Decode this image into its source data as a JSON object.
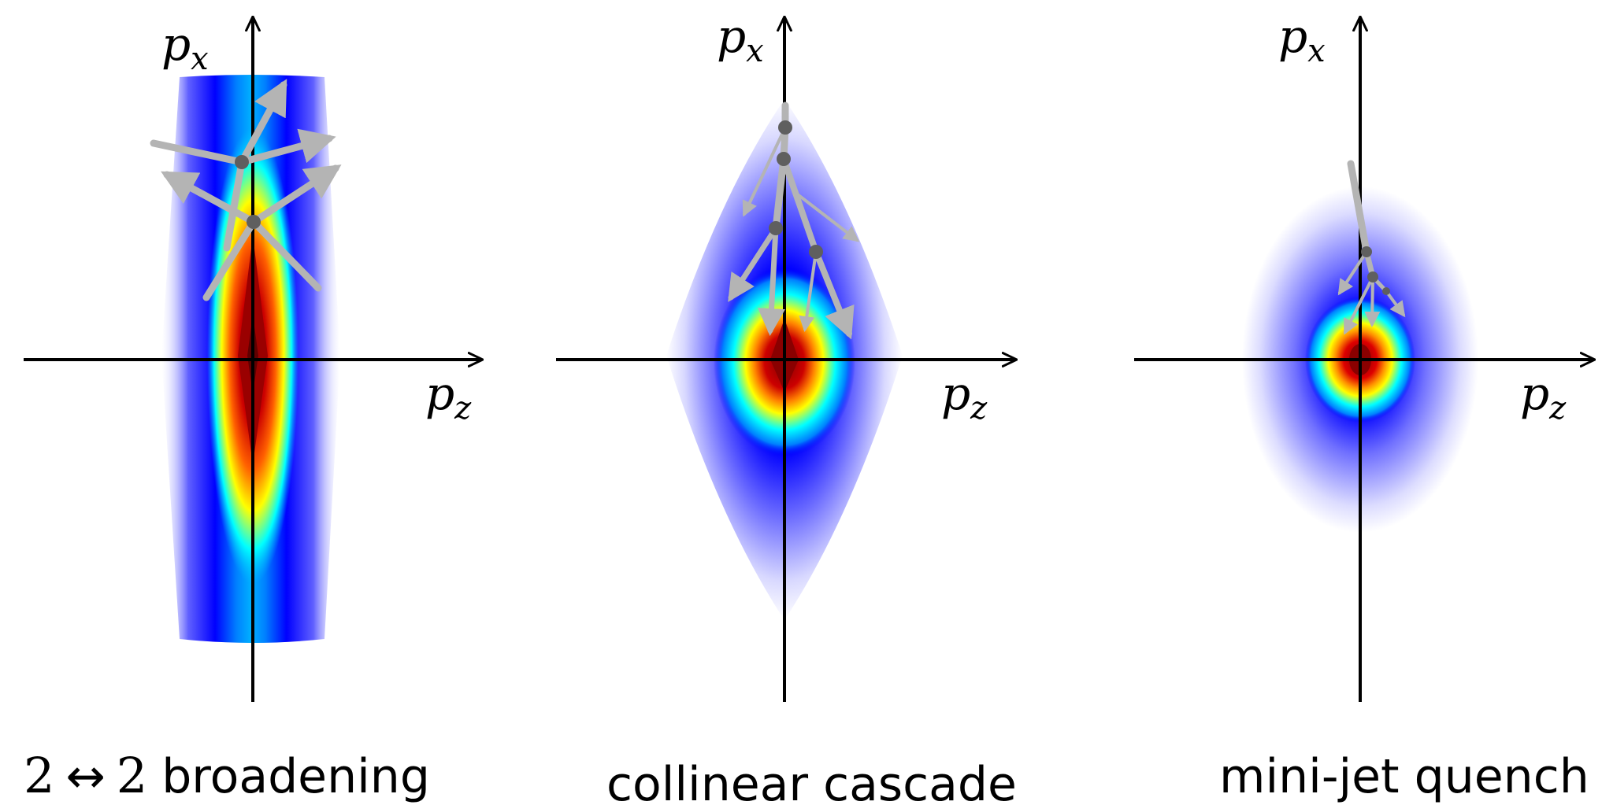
{
  "panels": [
    {
      "id": "broadening",
      "x_axis_label": "p",
      "x_axis_sub": "x",
      "z_axis_label": "p",
      "z_axis_sub": "z",
      "caption_num_left": "2",
      "caption_arrow": "↔",
      "caption_num_right": "2",
      "caption_text": "broadening"
    },
    {
      "id": "collinear",
      "x_axis_label": "p",
      "x_axis_sub": "x",
      "z_axis_label": "p",
      "z_axis_sub": "z",
      "caption_text": "collinear cascade"
    },
    {
      "id": "minijet",
      "x_axis_label": "p",
      "x_axis_sub": "x",
      "z_axis_label": "p",
      "z_axis_sub": "z",
      "caption_text": "mini-jet quench"
    }
  ],
  "colors": {
    "axis": "#000000",
    "arrow": "#b4b4b4",
    "vertex": "#5f5f5f",
    "cmap_low": "#ffffff",
    "cmap_blue": "#0000ff",
    "cmap_cyan": "#00ffff",
    "cmap_yellow": "#ffff00",
    "cmap_red": "#ff0000",
    "cmap_high": "#800000"
  }
}
